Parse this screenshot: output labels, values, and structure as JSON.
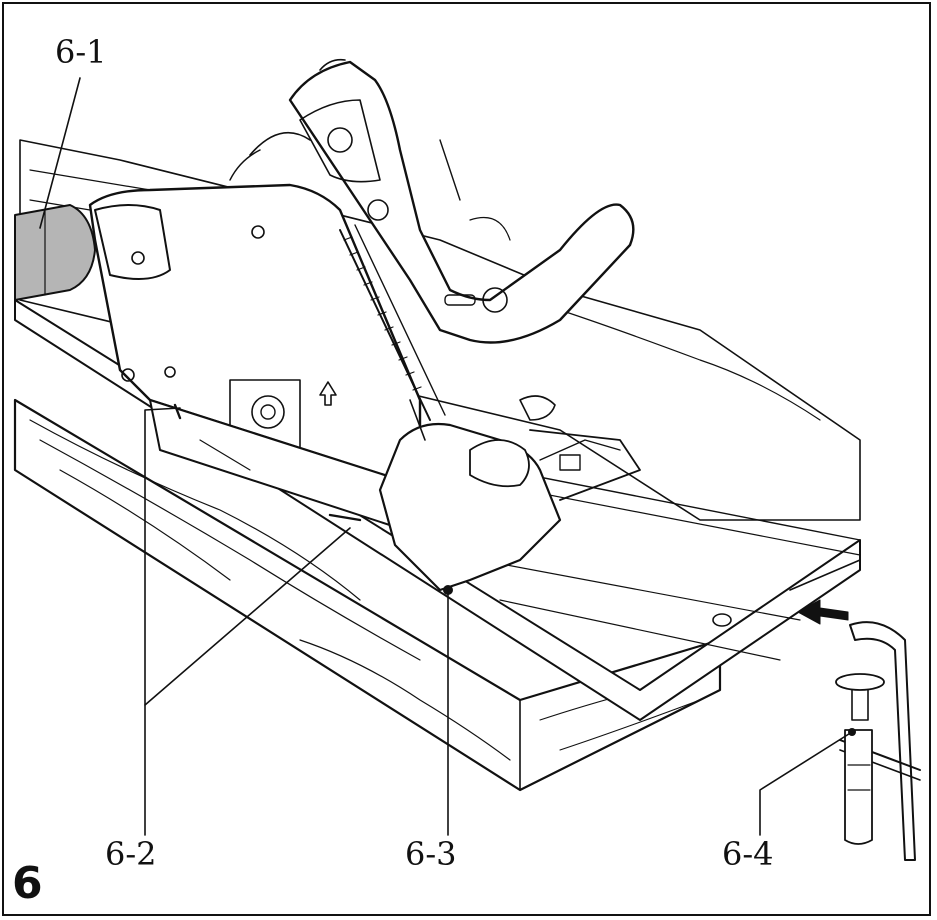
{
  "figure": {
    "number": "6",
    "callouts": {
      "c1": "6-1",
      "c2": "6-2",
      "c3": "6-3",
      "c4": "6-4"
    }
  },
  "colors": {
    "line": "#111111",
    "hose": "#b5b5b5",
    "paper": "#ffffff",
    "arrow": "#111111"
  }
}
